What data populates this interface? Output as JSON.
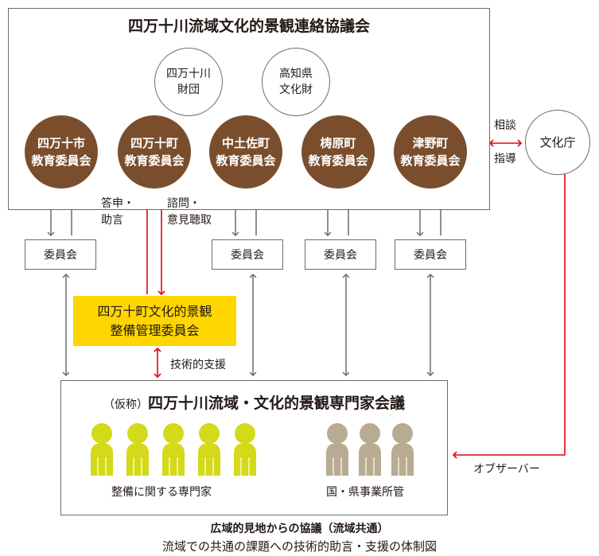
{
  "council": {
    "title": "四万十川流域文化的景観連絡協議会",
    "members": [
      {
        "id": "foundation",
        "label": "四万十川\n財団"
      },
      {
        "id": "prefecture",
        "label": "高知県\n文化財"
      }
    ],
    "boards": [
      {
        "id": "shimanto-city",
        "label": "四万十市\n教育委員会"
      },
      {
        "id": "shimanto-town",
        "label": "四万十町\n教育委員会"
      },
      {
        "id": "nakatosa",
        "label": "中土佐町\n教育委員会"
      },
      {
        "id": "yusuhara",
        "label": "梼原町\n教育委員会"
      },
      {
        "id": "tsuno",
        "label": "津野町\n教育委員会"
      }
    ]
  },
  "agency": {
    "label": "文化庁",
    "relation_top": "相談",
    "relation_bottom": "指導"
  },
  "committee_label": "委員会",
  "edge_labels": {
    "answer": "答申・\n助言",
    "inquiry": "諮問・\n意見聴取",
    "technical_support": "技術的支援",
    "observer": "オブザーバー"
  },
  "town_committee": {
    "label": "四万十町文化的景観\n整備管理委員会"
  },
  "expert_council": {
    "prefix": "（仮称）",
    "title": "四万十川流域・文化的景観専門家会議",
    "group_experts": "整備に関する専門家",
    "group_government": "国・県事業所管",
    "expert_count": 5,
    "government_count": 3,
    "expert_color": "#d4d91a",
    "government_color": "#b8ab91"
  },
  "footer": {
    "bold": "広域的見地からの協議（流域共通）",
    "caption": "流域での共通の課題への技術的助言・支援の体制図"
  },
  "colors": {
    "brown": "#7a4e2d",
    "yellow": "#ffd600",
    "red_arrow": "#e60012",
    "gray_arrow": "#6b6b6b"
  }
}
